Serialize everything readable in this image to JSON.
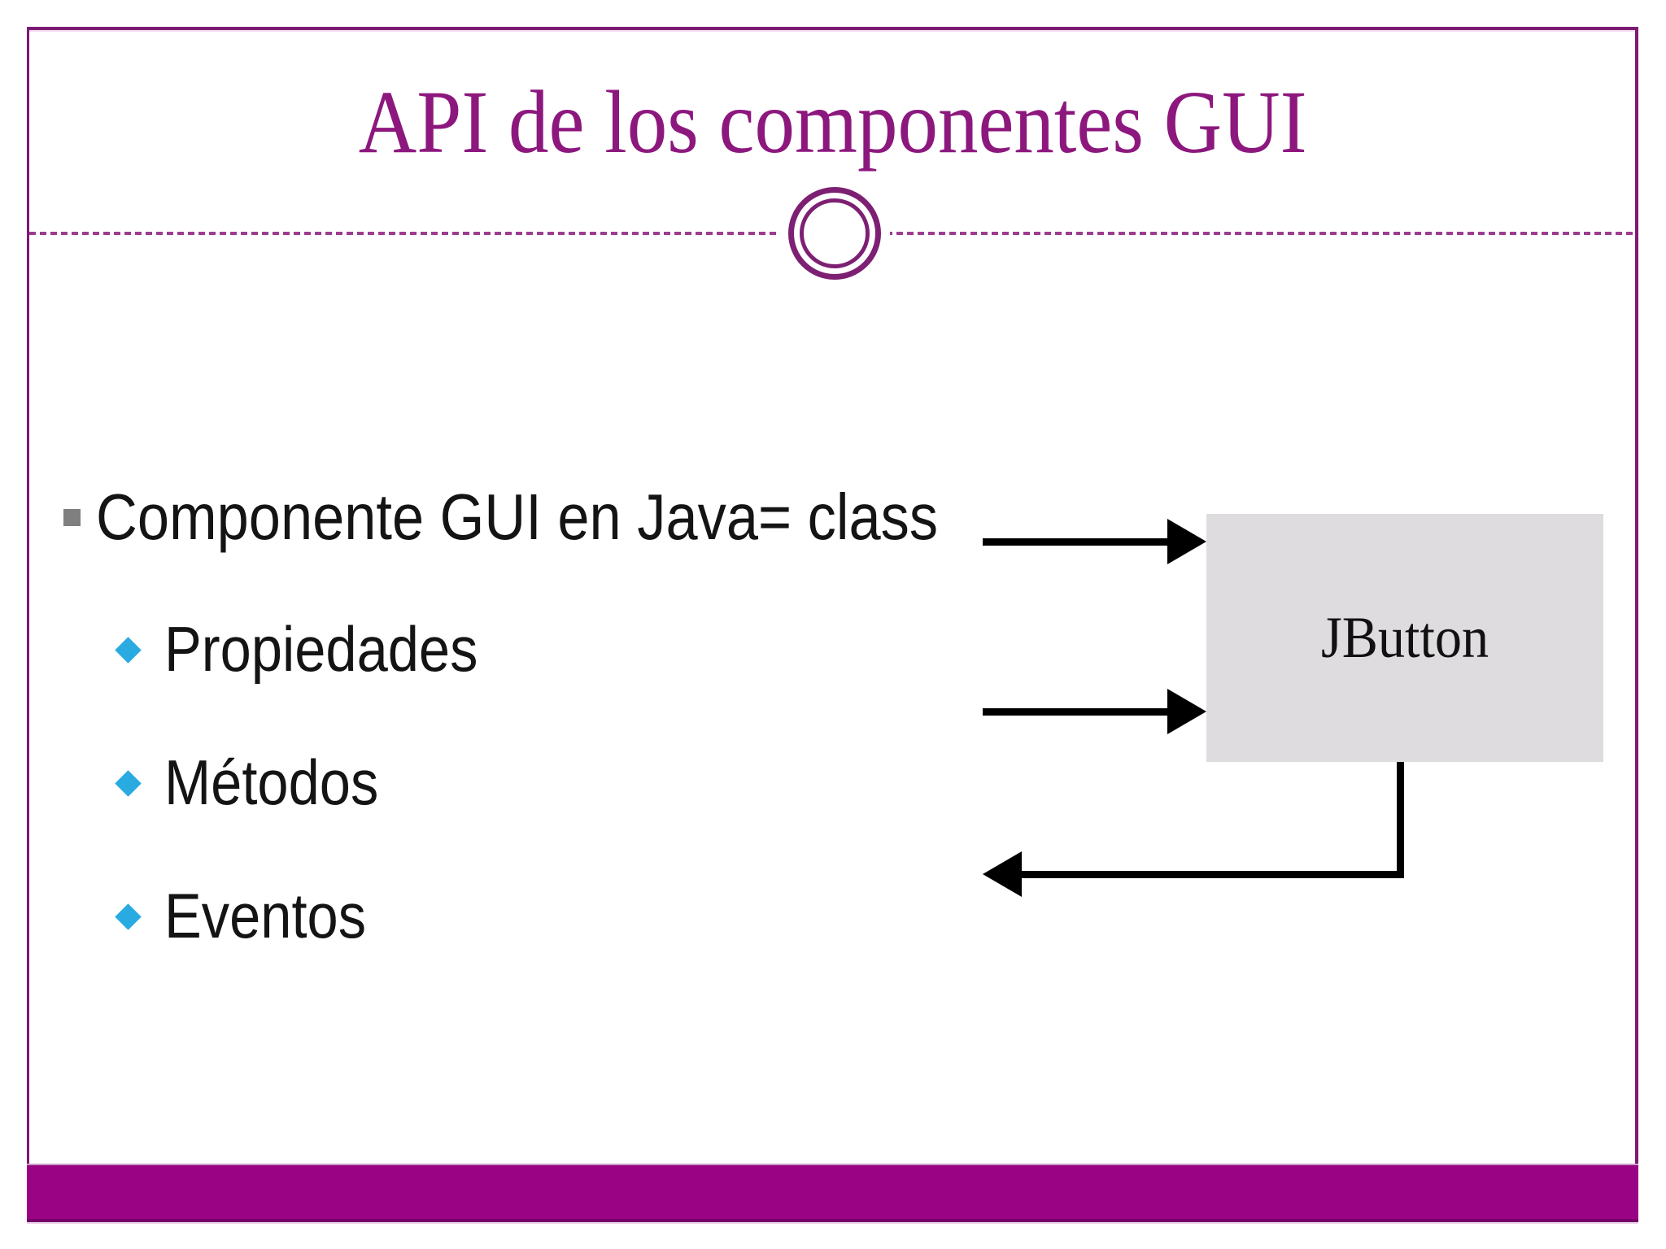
{
  "slide": {
    "title": "API de los componentes GUI",
    "bullets": {
      "main": "Componente GUI en Java= class",
      "sub": [
        "Propiedades",
        "Métodos",
        "Eventos"
      ]
    },
    "diagram": {
      "box_label": "JButton",
      "arrows": [
        "arrow-into-box-upper",
        "arrow-into-box-lower",
        "arrow-out-of-box-bottom-left"
      ]
    },
    "colors": {
      "accent_purple": "#7D1A72",
      "title_purple": "#8C187E",
      "footer_bar": "#9A0383",
      "dash_line": "#9C3D92",
      "diamond_bullet": "#29ABE2",
      "square_bullet": "#7F7F7F",
      "box_fill": "#DEDCDE",
      "text": "#141414"
    }
  }
}
